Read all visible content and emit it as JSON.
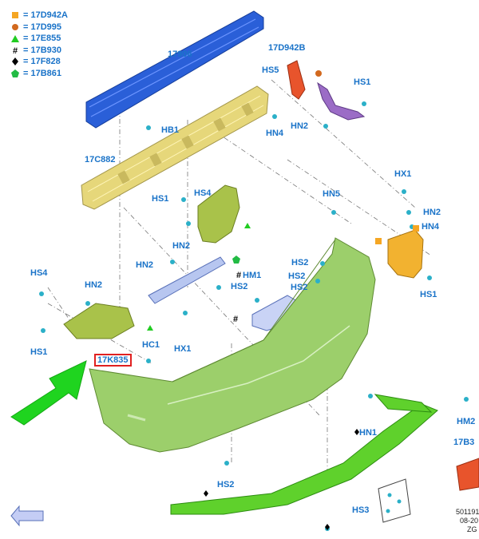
{
  "legend": [
    {
      "symbol": "square",
      "color": "#f5a623",
      "code": "= 17D942A"
    },
    {
      "symbol": "circle",
      "color": "#d2691e",
      "code": "= 17D995"
    },
    {
      "symbol": "triangle",
      "color": "#22cc22",
      "code": "= 17E855"
    },
    {
      "symbol": "hash",
      "color": "#000000",
      "code": "= 17B930"
    },
    {
      "symbol": "diamond",
      "color": "#000000",
      "code": "= 17F828"
    },
    {
      "symbol": "pentagon",
      "color": "#22bb44",
      "code": "= 17B861"
    }
  ],
  "parts": {
    "p_17906": "17906",
    "p_17d942b": "17D942B",
    "p_17c882": "17C882",
    "p_17k835": "17K835",
    "p_17b3": "17B3"
  },
  "fasteners": {
    "hs5": "HS5",
    "hs1_top": "HS1",
    "hb1": "HB1",
    "hn4_top": "HN4",
    "hn2_top": "HN2",
    "hs1_mid": "HS1",
    "hs4_mid": "HS4",
    "hn2_midl": "HN2",
    "hx1_right": "HX1",
    "hn2_right": "HN2",
    "hn4_right": "HN4",
    "hs1_right": "HS1",
    "hn5": "HN5",
    "hs2_a": "HS2",
    "hs2_b": "HS2",
    "hs2_c": "HS2",
    "hn2_bracket": "HN2",
    "hs2_bracket": "HS2",
    "hm1": "HM1",
    "hs4_left": "HS4",
    "hn2_left": "HN2",
    "hs1_left": "HS1",
    "hc1": "HC1",
    "hx1_lower": "HX1",
    "hn1": "HN1",
    "hm2": "HM2",
    "hs2_bottom": "HS2",
    "hs3": "HS3"
  },
  "reference": {
    "line1": "501191",
    "line2": "08-20",
    "line3": "ZG"
  },
  "colors": {
    "label_blue": "#1a73c8",
    "beam_blue": "#2a5fd8",
    "absorber_yellow": "#e6d77a",
    "bumper_green": "#9ccf6b",
    "bracket_olive": "#a9c24a",
    "bracket_orange": "#f2b230",
    "reflector_purple": "#9b6cc6",
    "arrow_green": "#1fd41f",
    "trim_green": "#5fd12c",
    "callout_red": "#e02020"
  }
}
